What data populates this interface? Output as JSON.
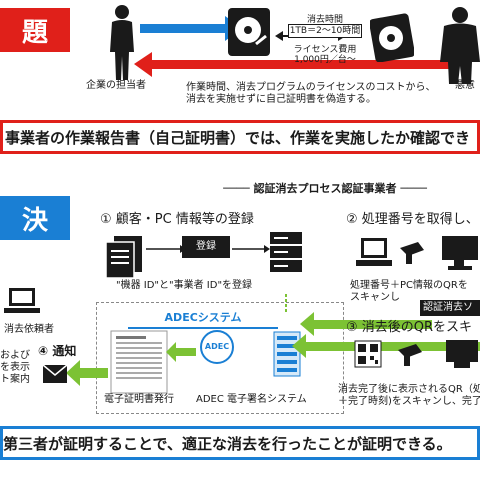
{
  "problem": {
    "badge": "題",
    "person_left_label": "企業の担当者",
    "time_label": "消去時間",
    "time_value": "1TB＝2〜10時間",
    "fee_label": "ライセンス費用",
    "fee_value": "1,000円／台〜",
    "person_right_label": "悪意",
    "desc_line1": "作業時間、消去プログラムのライセンスのコストから、",
    "desc_line2": "消去を実施せずに自己証明書を偽造する。",
    "banner": "事業者の作業報告書（自己証明書）では、作業を実施したか確認でき"
  },
  "solution": {
    "badge": "決",
    "header": "──── 認証消去プロセス認証事業者 ────",
    "step1": "① 顧客・PC 情報等の登録",
    "step2": "② 処理番号を取得し、",
    "register_label": "登録",
    "register_caption": "\"機器 ID\"と\"事業者 ID\"を登録",
    "client_label": "消去依頼者",
    "proc_caption_line1": "処理番号＋PC情報のQRを",
    "proc_caption_line2": "スキャンし",
    "software_label": "認証消去ソ",
    "step3": "③ 消去後のQRをスキ",
    "adec_title": "ADECシステム",
    "seal_text": "ADEC",
    "cert_label": "電子証明書発行",
    "sign_label": "ADEC 電子署名システム",
    "notify_label": "④ 通知",
    "left_partial_line1": "および",
    "left_partial_line2": "を表示",
    "left_partial_line3": "ト案内",
    "complete_line1": "消去完了後に表示されるQR（処理",
    "complete_line2": "＋完了時刻)をスキャンし、完了",
    "banner": "第三者が証明することで、適正な消去を行ったことが証明できる。"
  },
  "colors": {
    "red": "#e0201a",
    "blue": "#1a7fd4",
    "green": "#7cc234",
    "dark": "#1a1a1a"
  }
}
